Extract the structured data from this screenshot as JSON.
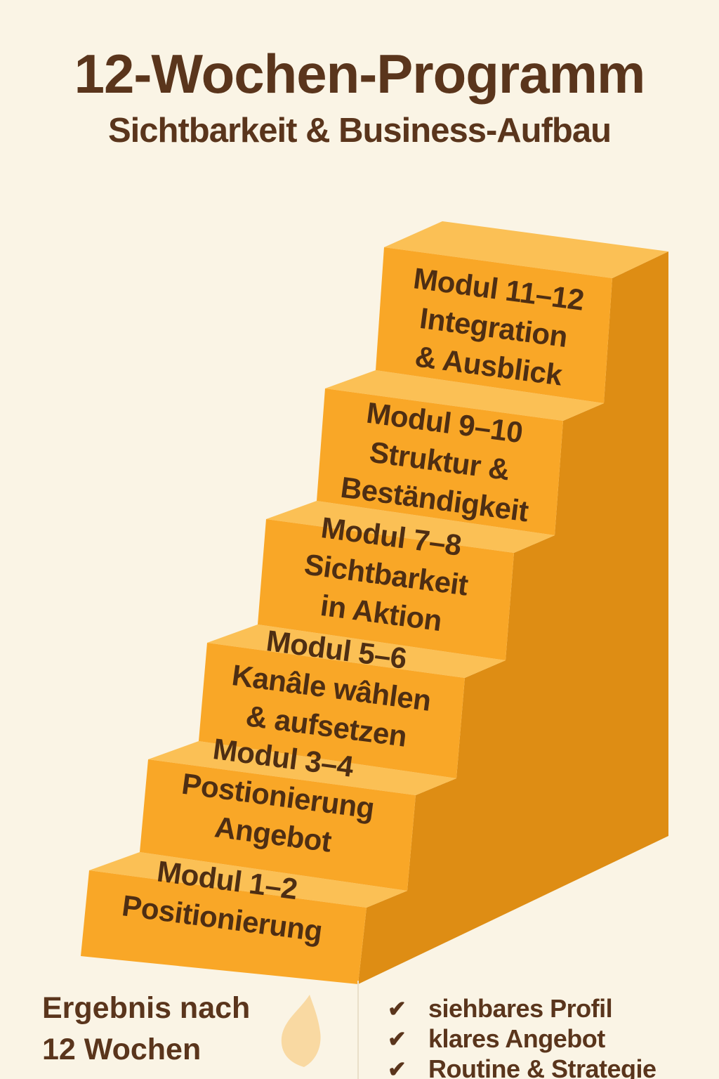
{
  "title": "12-Wochen-Programm",
  "subtitle": "Sichtbarkeit & Business-Aufbau",
  "colors": {
    "background": "#FAF4E5",
    "step_front": "#F9A727",
    "step_top": "#FBC055",
    "step_side": "#DE8D14",
    "step_text": "#4E2E13",
    "heading_brown": "#5A351C",
    "flame": "#F9D9A2",
    "divider": "#E9DFC9"
  },
  "steps": [
    {
      "lines": [
        "Modul 11–12",
        "Integration",
        "& Ausblick"
      ]
    },
    {
      "lines": [
        "Modul 9–10",
        "Struktur &",
        "Beständigkeit"
      ]
    },
    {
      "lines": [
        "Modul 7–8",
        "Sichtbarkeit",
        "in Aktion"
      ]
    },
    {
      "lines": [
        "Modul 5–6",
        "Kanâle wâhlen",
        "& aufsetzen"
      ]
    },
    {
      "lines": [
        "Modul 3–4",
        "Postionierung",
        "Angebot"
      ]
    },
    {
      "lines": [
        "Modul 1–2",
        "Positionierung"
      ]
    }
  ],
  "results": {
    "heading_line1": "Ergebnis nach",
    "heading_line2": "12 Wochen",
    "check_glyph": "✔",
    "items": [
      "siehbares Profil",
      "klares Angebot",
      "Routine & Strategie"
    ]
  }
}
